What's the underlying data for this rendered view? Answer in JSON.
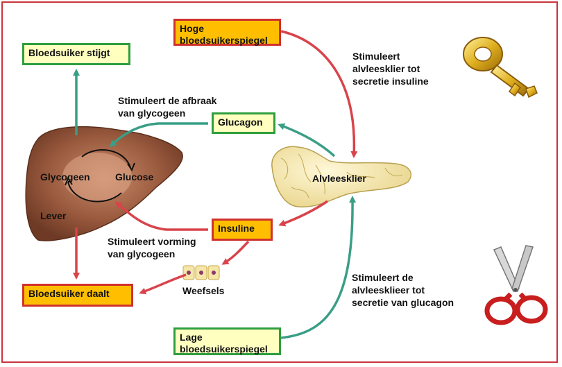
{
  "boxes": {
    "high_sugar": "Hoge\nbloedsuikerspiegel",
    "sugar_rises": "Bloedsuiker stijgt",
    "glucagon": "Glucagon",
    "insulin": "Insuline",
    "sugar_falls": "Bloedsuiker daalt",
    "low_sugar": "Lage\nbloedsuikerspiegel"
  },
  "labels": {
    "stim_insulin": "Stimuleert\nalvleesklier tot\nsecretie insuline",
    "stim_breakdown": "Stimuleert de afbraak\nvan glycogeen",
    "stim_formation": "Stimuleert vorming\nvan glycogeen",
    "stim_glucagon": "Stimuleert de\nalvleesklieer tot\nsecretie van glucagon",
    "glycogen": "Glycogeen",
    "glucose": "Glucose",
    "liver": "Lever",
    "pancreas": "Alvleesklier",
    "tissues": "Weefsels"
  },
  "colors": {
    "green_arrow": "#3a9e86",
    "red_arrow": "#d9434b",
    "green_border": "#2e9e3e",
    "red_border": "#d0312d",
    "frame": "#c8343c"
  },
  "icons": [
    "key-icon",
    "scissors-icon"
  ]
}
